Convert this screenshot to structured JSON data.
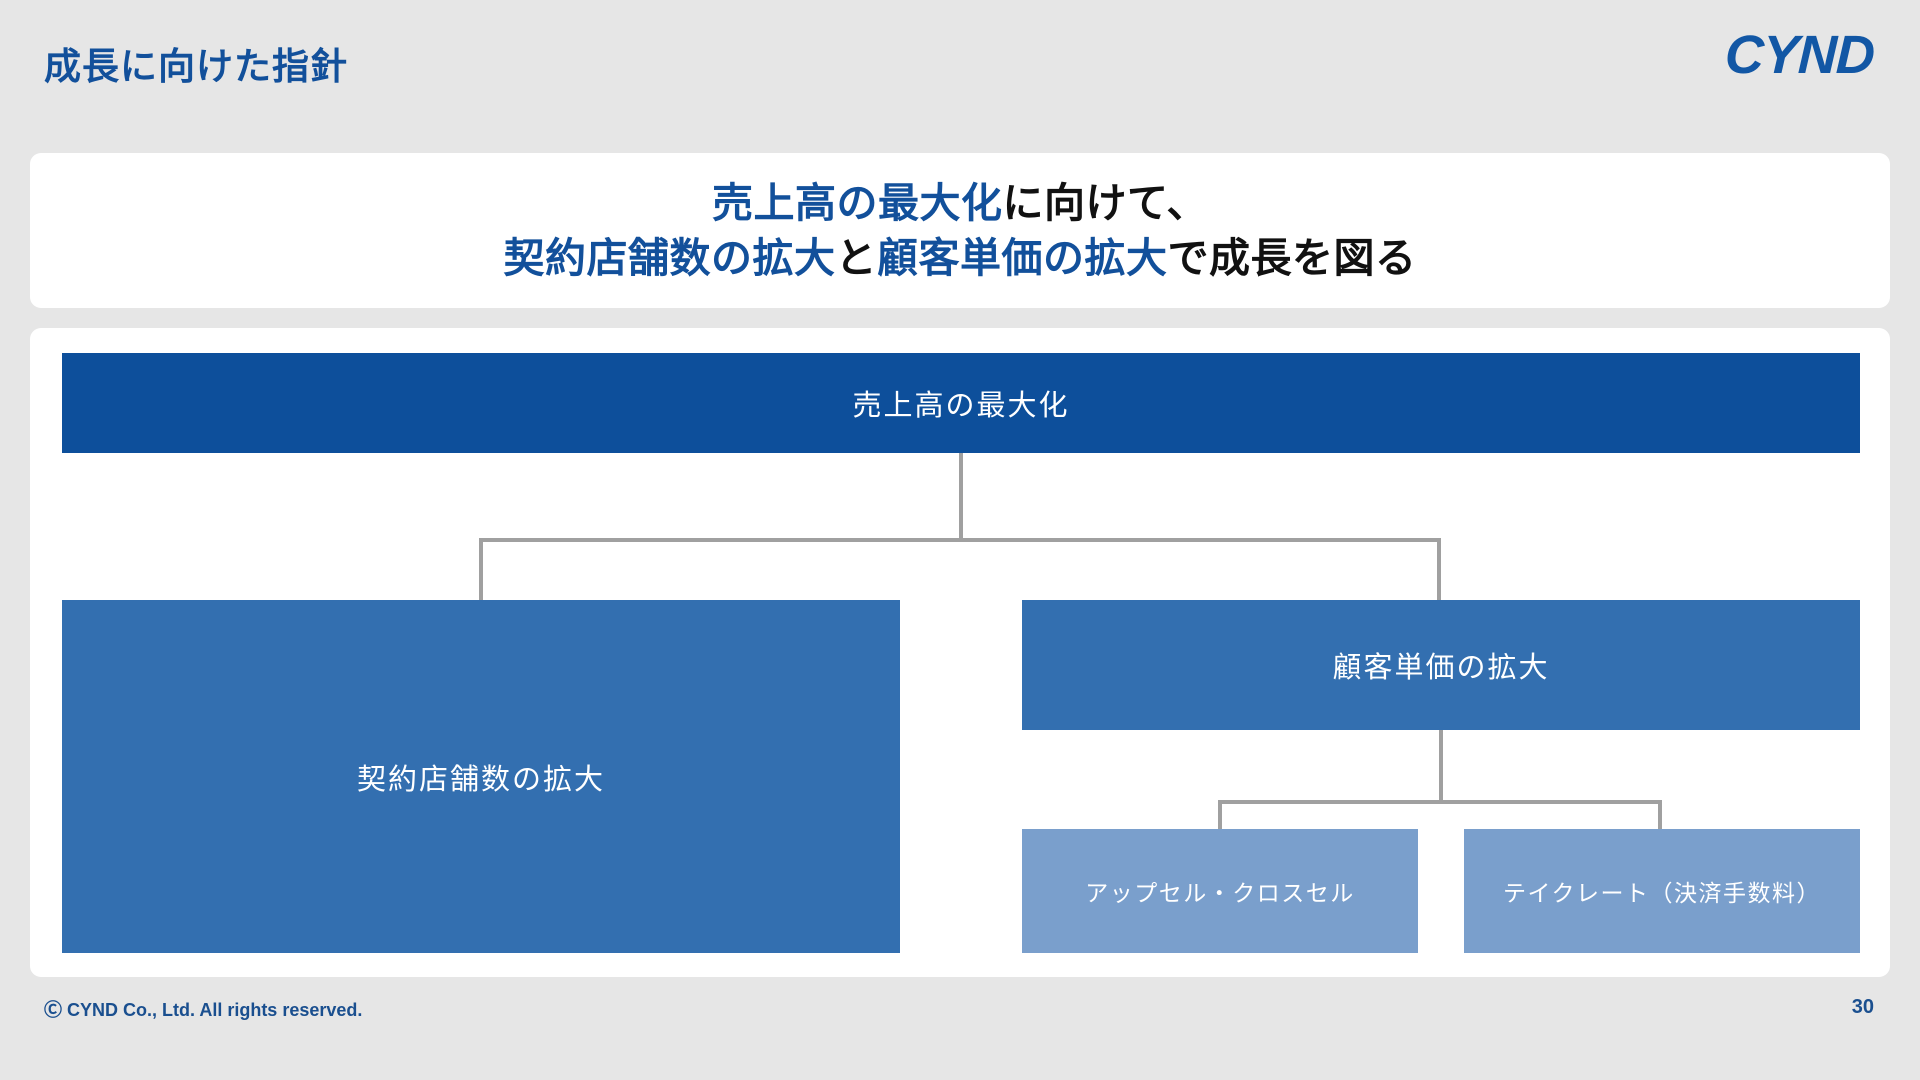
{
  "header": {
    "title": "成長に向けた指針",
    "logo": "CYND"
  },
  "headline": {
    "line1_accent": "売上高の最大化",
    "line1_rest": "に向けて、",
    "line2_accent1": "契約店舗数の拡大",
    "line2_mid": "と",
    "line2_accent2": "顧客単価の拡大",
    "line2_rest": "で成長を図る"
  },
  "diagram": {
    "type": "tree",
    "root": {
      "label": "売上高の最大化",
      "color": "#0d4f9b"
    },
    "children": [
      {
        "label": "契約店舗数の拡大",
        "color": "#336fb0",
        "children": []
      },
      {
        "label": "顧客単価の拡大",
        "color": "#336fb0",
        "children": [
          {
            "label": "アップセル・クロスセル",
            "color": "#7a9fcc"
          },
          {
            "label": "テイクレート（決済手数料）",
            "color": "#7a9fcc"
          }
        ]
      }
    ],
    "connector_color": "#a0a0a0"
  },
  "footer": {
    "copyright": "Ⓒ CYND Co., Ltd. All rights reserved.",
    "page_number": "30"
  },
  "colors": {
    "background": "#e6e6e6",
    "card": "#ffffff",
    "brand_blue": "#12509b",
    "accent_dark": "#0d4f9b",
    "accent_mid": "#336fb0",
    "accent_light": "#7a9fcc"
  }
}
